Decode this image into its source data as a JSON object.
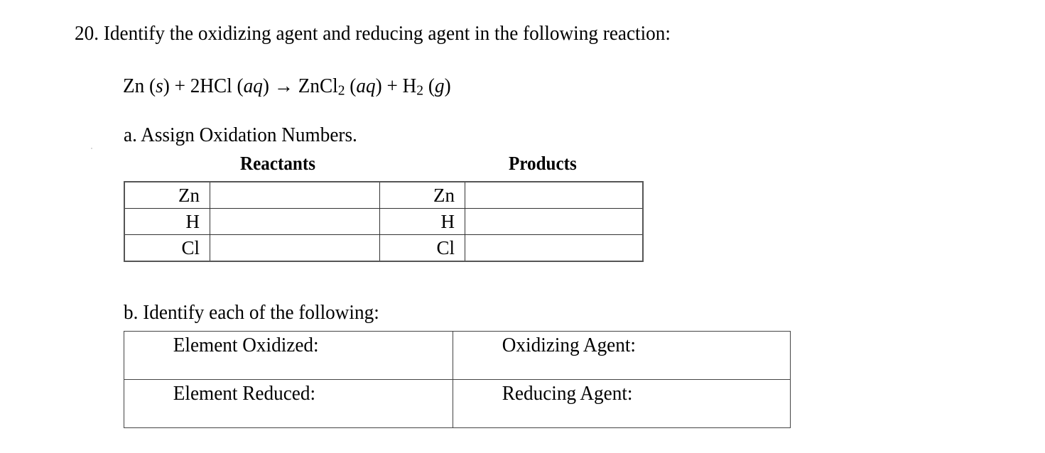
{
  "question": {
    "number": "20.",
    "prompt": "Identify the oxidizing agent and reducing agent in the following reaction:",
    "full_title": "20. Identify the oxidizing agent and reducing agent in the following reaction:"
  },
  "equation": {
    "r1": "Zn",
    "r1_state": "s",
    "plus1": "+",
    "r2": "2HCl",
    "r2_state": "aq",
    "arrow": "→",
    "p1_main": "ZnCl",
    "p1_sub": "2",
    "p1_state": "aq",
    "plus2": "+",
    "p2_main": "H",
    "p2_sub": "2",
    "p2_state": "g"
  },
  "part_a": {
    "label": "a. Assign Oxidation Numbers.",
    "reactants_header": "Reactants",
    "products_header": "Products",
    "rows": [
      {
        "reactant_element": "Zn",
        "reactant_value": "",
        "product_element": "Zn",
        "product_value": ""
      },
      {
        "reactant_element": "H",
        "reactant_value": "",
        "product_element": "H",
        "product_value": ""
      },
      {
        "reactant_element": "Cl",
        "reactant_value": "",
        "product_element": "Cl",
        "product_value": ""
      }
    ]
  },
  "part_b": {
    "label": "b. Identify each of the following:",
    "cells": [
      {
        "label": "Element Oxidized:",
        "value": ""
      },
      {
        "label": "Oxidizing Agent:",
        "value": ""
      },
      {
        "label": "Element Reduced:",
        "value": ""
      },
      {
        "label": "Reducing Agent:",
        "value": ""
      }
    ]
  }
}
